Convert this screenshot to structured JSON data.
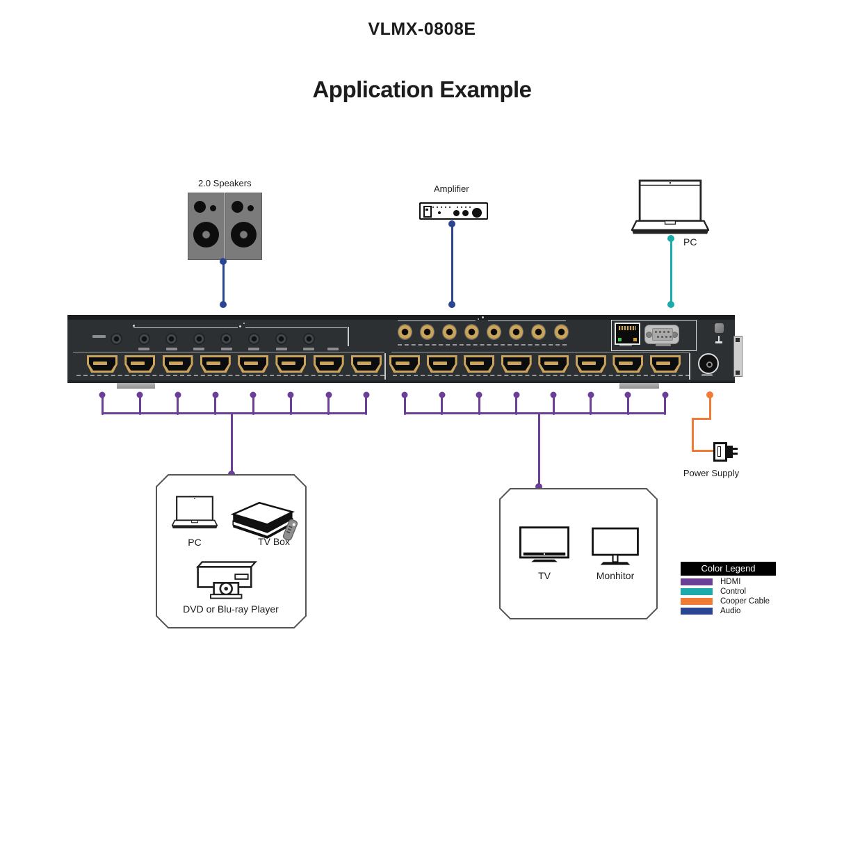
{
  "title": "VLMX-0808E",
  "subtitle": "Application Example",
  "colors": {
    "hdmi": "#6b3e98",
    "control": "#1babab",
    "cooper": "#f07b35",
    "audio": "#2b4593"
  },
  "top_devices": {
    "speakers": {
      "label": "2.0 Speakers"
    },
    "amplifier": {
      "label": "Amplifier"
    },
    "pc": {
      "label": "PC"
    }
  },
  "matrix": {
    "hdmi_inputs": 8,
    "hdmi_outputs": 8,
    "ir_ports": 8,
    "audio_outputs": 8
  },
  "power_supply": {
    "label": "Power Supply"
  },
  "source_box": {
    "pc": "PC",
    "tv_box": "TV Box",
    "dvd": "DVD or Blu-ray Player"
  },
  "display_box": {
    "tv": "TV",
    "monitor": "Monhitor"
  },
  "legend": {
    "header": "Color Legend",
    "items": [
      {
        "label": "HDMI",
        "color": "#6b3e98"
      },
      {
        "label": "Control",
        "color": "#1babab"
      },
      {
        "label": "Cooper Cable",
        "color": "#f07b35"
      },
      {
        "label": "Audio",
        "color": "#2b4593"
      }
    ]
  }
}
